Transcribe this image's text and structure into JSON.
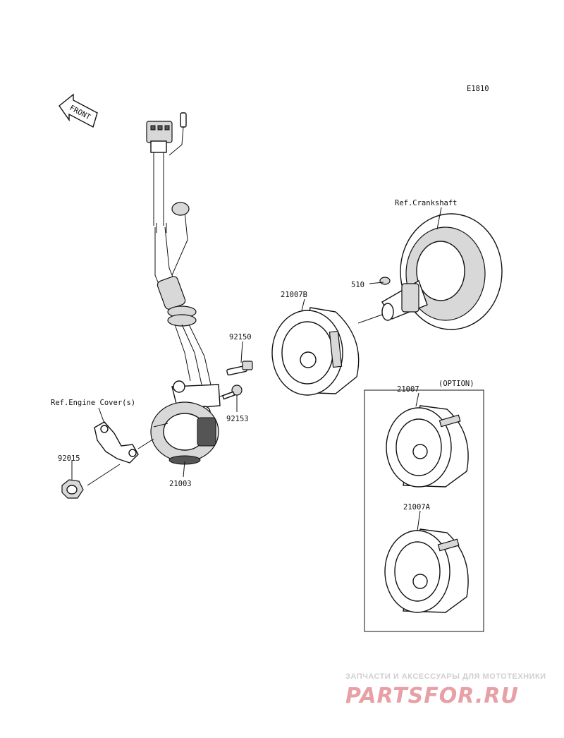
{
  "diagram_code": "E1810",
  "front_arrow_label": "FRONT",
  "labels": {
    "ref_crankshaft": "Ref.Crankshaft",
    "part_510": "510",
    "part_21007B": "21007B",
    "part_92150": "92150",
    "ref_engine_cover": "Ref.Engine Cover(s)",
    "part_92153": "92153",
    "part_92015": "92015",
    "part_21003": "21003",
    "part_21007": "21007",
    "option": "(OPTION)",
    "part_21007A": "21007A"
  },
  "watermark": {
    "tagline": "ЗАПЧАСТИ И АКСЕССУАРЫ ДЛЯ МОТОТЕХНИКИ",
    "logo": "PARTSFOR.RU"
  }
}
